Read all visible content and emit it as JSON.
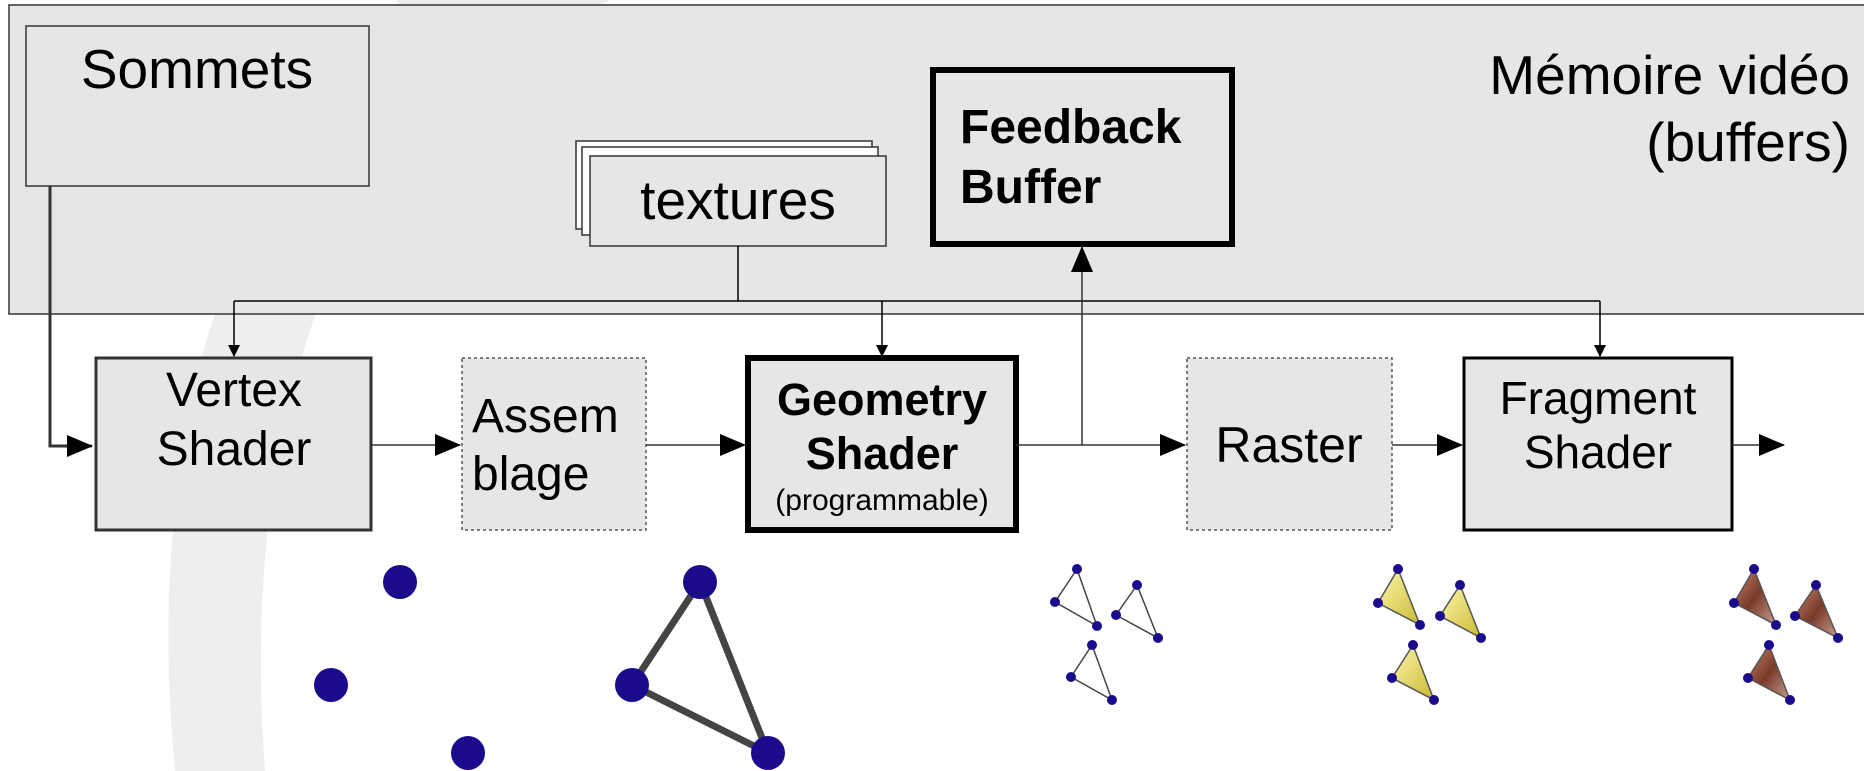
{
  "memory": {
    "title_line1": "Mémoire vidéo",
    "title_line2": "(buffers)"
  },
  "sommets": {
    "label": "Sommets"
  },
  "textures": {
    "label": "textures"
  },
  "feedback": {
    "line1": "Feedback",
    "line2": "Buffer"
  },
  "stages": {
    "vertex": {
      "line1": "Vertex",
      "line2": "Shader"
    },
    "assemblage": {
      "line1": "Assem",
      "line2": "blage"
    },
    "geometry": {
      "line1": "Geometry",
      "line2": "Shader",
      "line3": "(programmable)"
    },
    "raster": {
      "label": "Raster"
    },
    "fragment": {
      "line1": "Fragment",
      "line2": "Shader"
    }
  },
  "colors": {
    "memory_fill": "#e6e6e6",
    "stage_fill": "#e6e6e6",
    "vertex_dot": "#1a0a8c",
    "triangle_fill": "#e8e07a",
    "texture_fill": "#8a4a3a",
    "background_arc": "#eeeeee"
  }
}
